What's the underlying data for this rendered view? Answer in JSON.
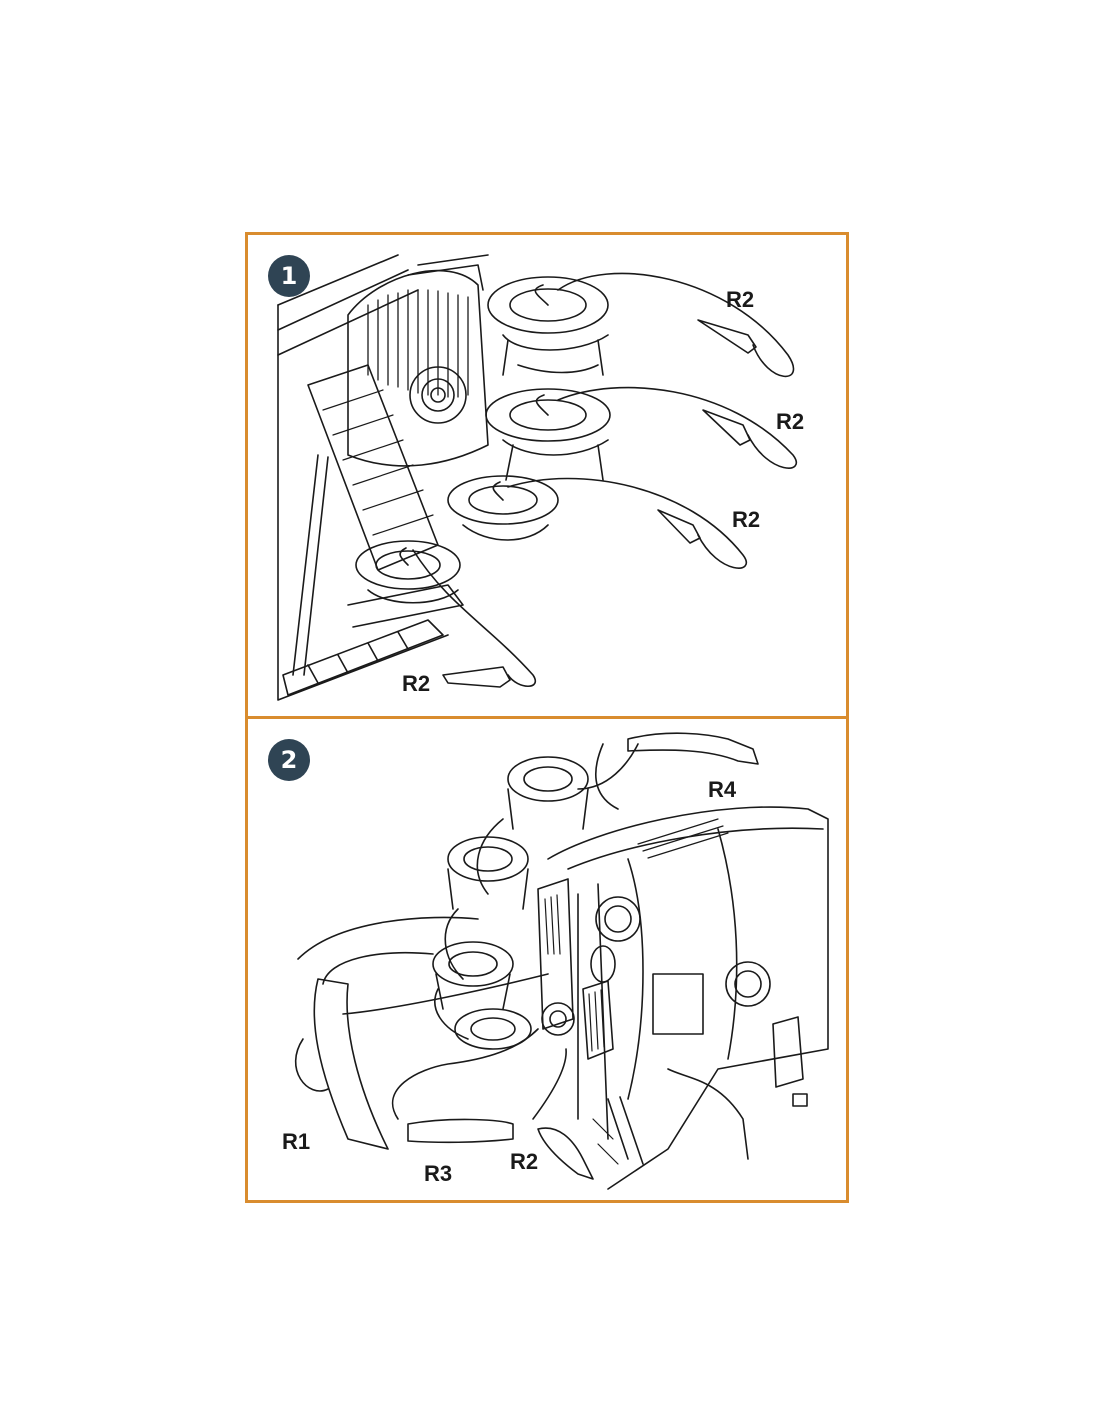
{
  "colors": {
    "frame": "#d98c2e",
    "badge": "#2f4454",
    "line": "#1a1a1a"
  },
  "steps": [
    {
      "number": "1",
      "labels": [
        "R2",
        "R2",
        "R2",
        "R2"
      ]
    },
    {
      "number": "2",
      "labels": [
        "R4",
        "R1",
        "R3",
        "R2"
      ]
    }
  ]
}
